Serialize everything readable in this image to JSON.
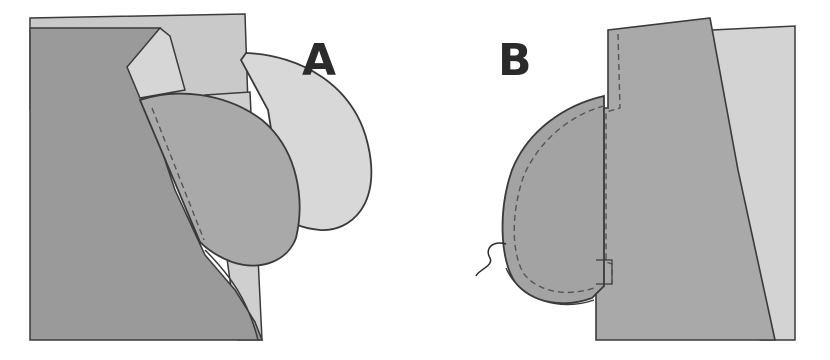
{
  "panels": [
    {
      "id": "a",
      "label": "A"
    },
    {
      "id": "b",
      "label": "B"
    }
  ],
  "colors": {
    "fabric_dark": "#9a9a9a",
    "fabric_mid": "#b4b4b4",
    "fabric_light": "#d3d3d3",
    "outline": "#3a3a3a",
    "stitch": "#555555",
    "background": "#ffffff"
  }
}
